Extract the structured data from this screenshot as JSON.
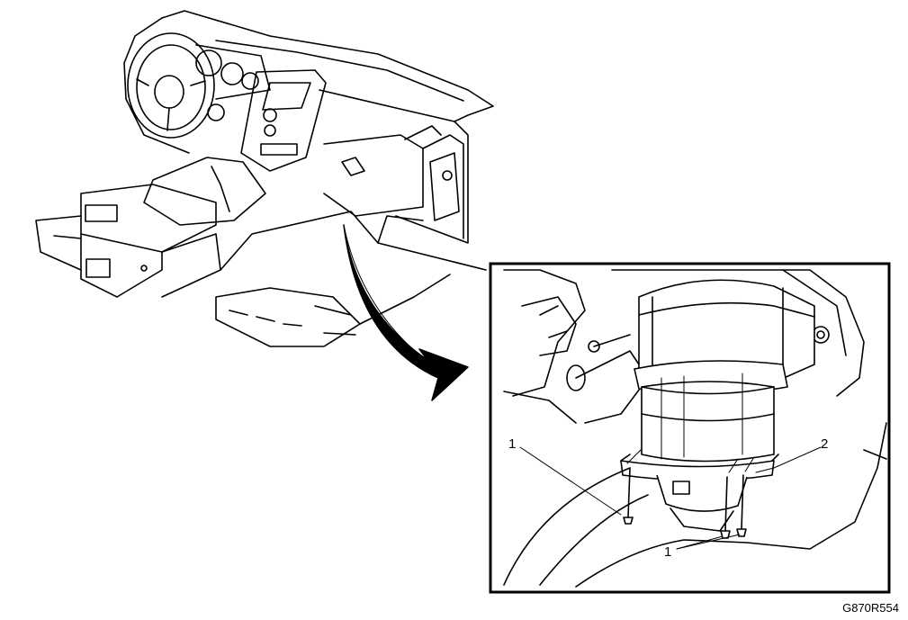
{
  "callouts": {
    "label_1a": "1",
    "label_2": "2",
    "label_1b": "1"
  },
  "figure_id": "G870R554"
}
